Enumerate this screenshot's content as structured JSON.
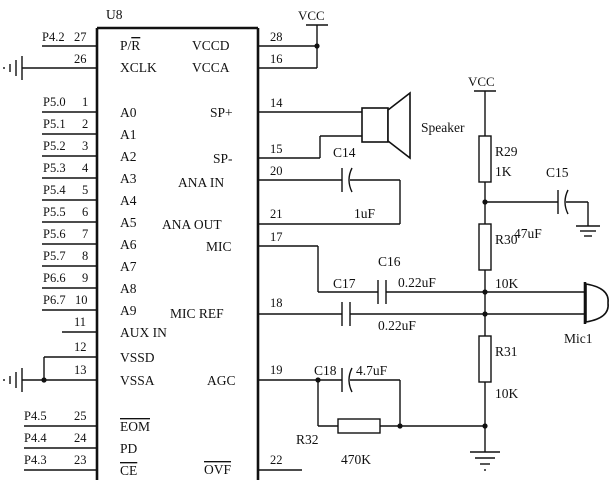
{
  "chip": {
    "ref": "U8",
    "left_pins": [
      {
        "net": "P4.2",
        "num": "27",
        "name": "P/R",
        "name_overbar_part": "R"
      },
      {
        "net": "",
        "num": "26",
        "name": "XCLK"
      },
      {
        "net": "P5.0",
        "num": "1",
        "name": "A0"
      },
      {
        "net": "P5.1",
        "num": "2",
        "name": "A1"
      },
      {
        "net": "P5.2",
        "num": "3",
        "name": "A2"
      },
      {
        "net": "P5.3",
        "num": "4",
        "name": "A3"
      },
      {
        "net": "P5.4",
        "num": "5",
        "name": "A4"
      },
      {
        "net": "P5.5",
        "num": "6",
        "name": "A5"
      },
      {
        "net": "P5.6",
        "num": "7",
        "name": "A6"
      },
      {
        "net": "P5.7",
        "num": "8",
        "name": "A7"
      },
      {
        "net": "P6.6",
        "num": "9",
        "name": "A8"
      },
      {
        "net": "P6.7",
        "num": "10",
        "name": "A9"
      },
      {
        "net": "",
        "num": "11",
        "name": "AUX IN"
      },
      {
        "net": "",
        "num": "12",
        "name": "VSSD"
      },
      {
        "net": "",
        "num": "13",
        "name": "VSSA"
      },
      {
        "net": "P4.5",
        "num": "25",
        "name": "EOM"
      },
      {
        "net": "P4.4",
        "num": "24",
        "name": "PD"
      },
      {
        "net": "P4.3",
        "num": "23",
        "name": "CE"
      }
    ],
    "right_pins": [
      {
        "num": "28",
        "name": "VCCD"
      },
      {
        "num": "16",
        "name": "VCCA"
      },
      {
        "num": "14",
        "name": "SP+"
      },
      {
        "num": "15",
        "name": "SP-"
      },
      {
        "num": "20",
        "name": "ANA IN"
      },
      {
        "num": "21",
        "name": "ANA OUT"
      },
      {
        "num": "17",
        "name": "MIC"
      },
      {
        "num": "18",
        "name": "MIC REF"
      },
      {
        "num": "19",
        "name": "AGC"
      },
      {
        "num": "22",
        "name": "OVF"
      }
    ]
  },
  "supplies": {
    "vcc_top": "VCC",
    "vcc_right": "VCC"
  },
  "components": {
    "speaker": "Speaker",
    "mic": "Mic1",
    "r29": {
      "ref": "R29",
      "value": "1K"
    },
    "r30": {
      "ref": "R30",
      "value": "10K"
    },
    "r31": {
      "ref": "R31",
      "value": "10K"
    },
    "r32": {
      "ref": "R32",
      "value": "470K"
    },
    "c14": {
      "ref": "C14",
      "value": "1uF"
    },
    "c15": {
      "ref": "C15",
      "value": "47uF"
    },
    "c16": {
      "ref": "C16",
      "value": "0.22uF"
    },
    "c17": {
      "ref": "C17",
      "value": "0.22uF"
    },
    "c18": {
      "ref": "C18",
      "value": "4.7uF"
    }
  }
}
